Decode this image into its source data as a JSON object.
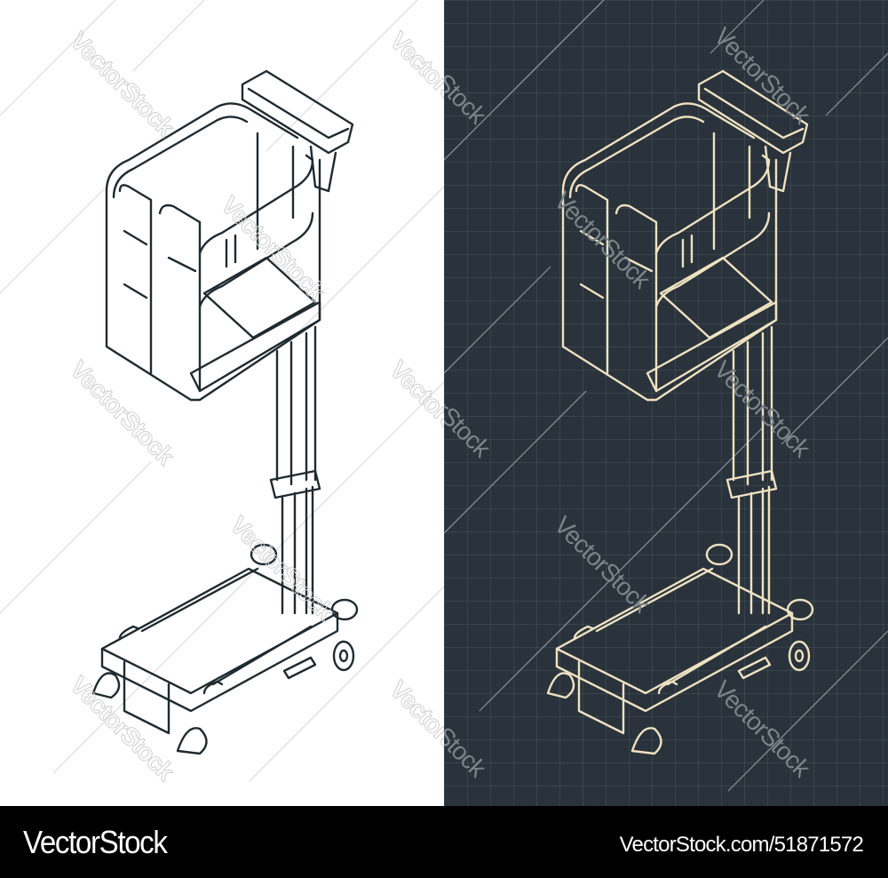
{
  "image": {
    "subject": "Mobile vertical work platform lift - isometric drawings",
    "panels": [
      {
        "id": "light",
        "style": "black line art on white",
        "background": "#ffffff",
        "stroke": "#1f2a30"
      },
      {
        "id": "dark",
        "style": "beige blueprint on dark grid",
        "background": "#2a333b",
        "stroke": "#efe2c2"
      }
    ]
  },
  "watermarks": {
    "text": "VectorStock"
  },
  "footer": {
    "brand": "VectorStock",
    "image_id": "VectorStock.com/51871572"
  },
  "colors": {
    "footer_bg": "#000000",
    "footer_text": "#ffffff",
    "dark_bg": "#2a333b",
    "line_light": "#1f2a30",
    "line_dark": "#efe2c2"
  }
}
